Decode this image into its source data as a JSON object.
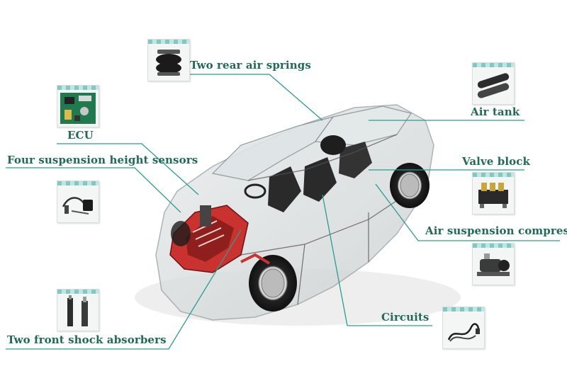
{
  "labels": {
    "rear_air_springs": "Two rear air springs",
    "ecu": "ECU",
    "height_sensors": "Four suspension height sensors",
    "front_shock_absorbers": "Two front shock absorbers",
    "air_tank": "Air tank",
    "valve_block": "Valve block",
    "air_suspension_compressor": "Air suspension compressor",
    "circuits": "Circuits"
  },
  "colors": {
    "label": "#1f6b55",
    "leader_line": "#2a9d8f"
  },
  "icons": {
    "rear_air_springs": "air-spring-icon",
    "ecu": "circuit-board-icon",
    "height_sensors": "height-sensor-icon",
    "front_shock_absorbers": "shock-absorber-icon",
    "air_tank": "air-tank-icon",
    "valve_block": "valve-block-icon",
    "air_suspension_compressor": "compressor-icon",
    "circuits": "wiring-harness-icon",
    "car": "car-xray-icon"
  }
}
